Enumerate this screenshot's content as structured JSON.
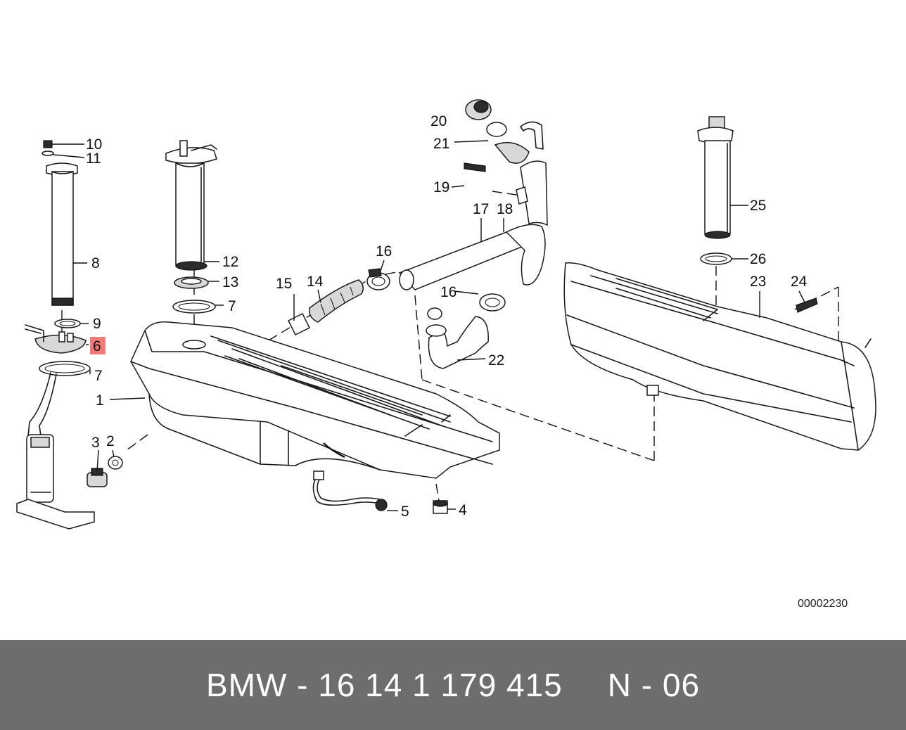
{
  "diagram": {
    "catalog_number": "00002230",
    "callouts": {
      "c1": "1",
      "c2": "2",
      "c3": "3",
      "c4": "4",
      "c5": "5",
      "c6": "6",
      "c7a": "7",
      "c7b": "7",
      "c8": "8",
      "c9": "9",
      "c10": "10",
      "c11": "11",
      "c12": "12",
      "c13": "13",
      "c14": "14",
      "c15": "15",
      "c16a": "16",
      "c16b": "16",
      "c17": "17",
      "c18": "18",
      "c19": "19",
      "c20": "20",
      "c21": "21",
      "c22": "22",
      "c23": "23",
      "c24": "24",
      "c25": "25",
      "c26": "26"
    },
    "highlighted_callout": "6",
    "highlight_color": "#f07a7a"
  },
  "footer": {
    "part_number": "BMW - 16 14 1 179 415",
    "position": "N - 06",
    "background": "#6d6d6d"
  }
}
